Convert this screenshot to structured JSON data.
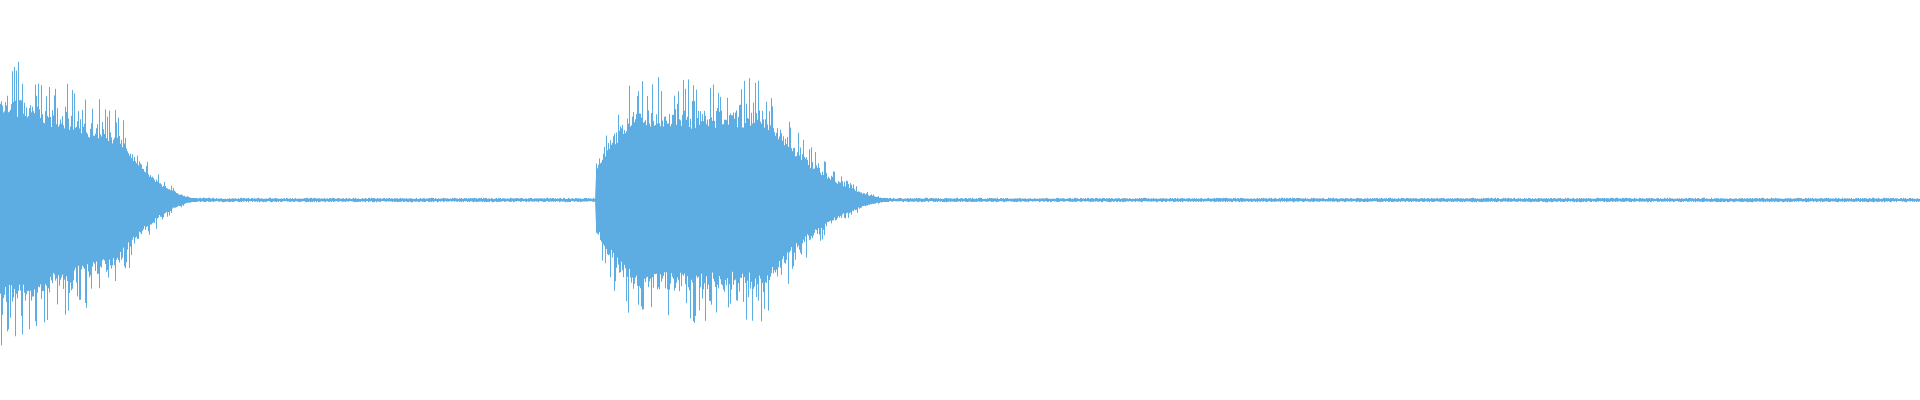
{
  "waveform": {
    "color": "#5dade2",
    "background": "#ffffff",
    "bursts": [
      {
        "start": 0.0,
        "end": 0.11,
        "peak": 0.98
      },
      {
        "start": 0.31,
        "end": 0.47,
        "peak": 0.82
      }
    ]
  }
}
